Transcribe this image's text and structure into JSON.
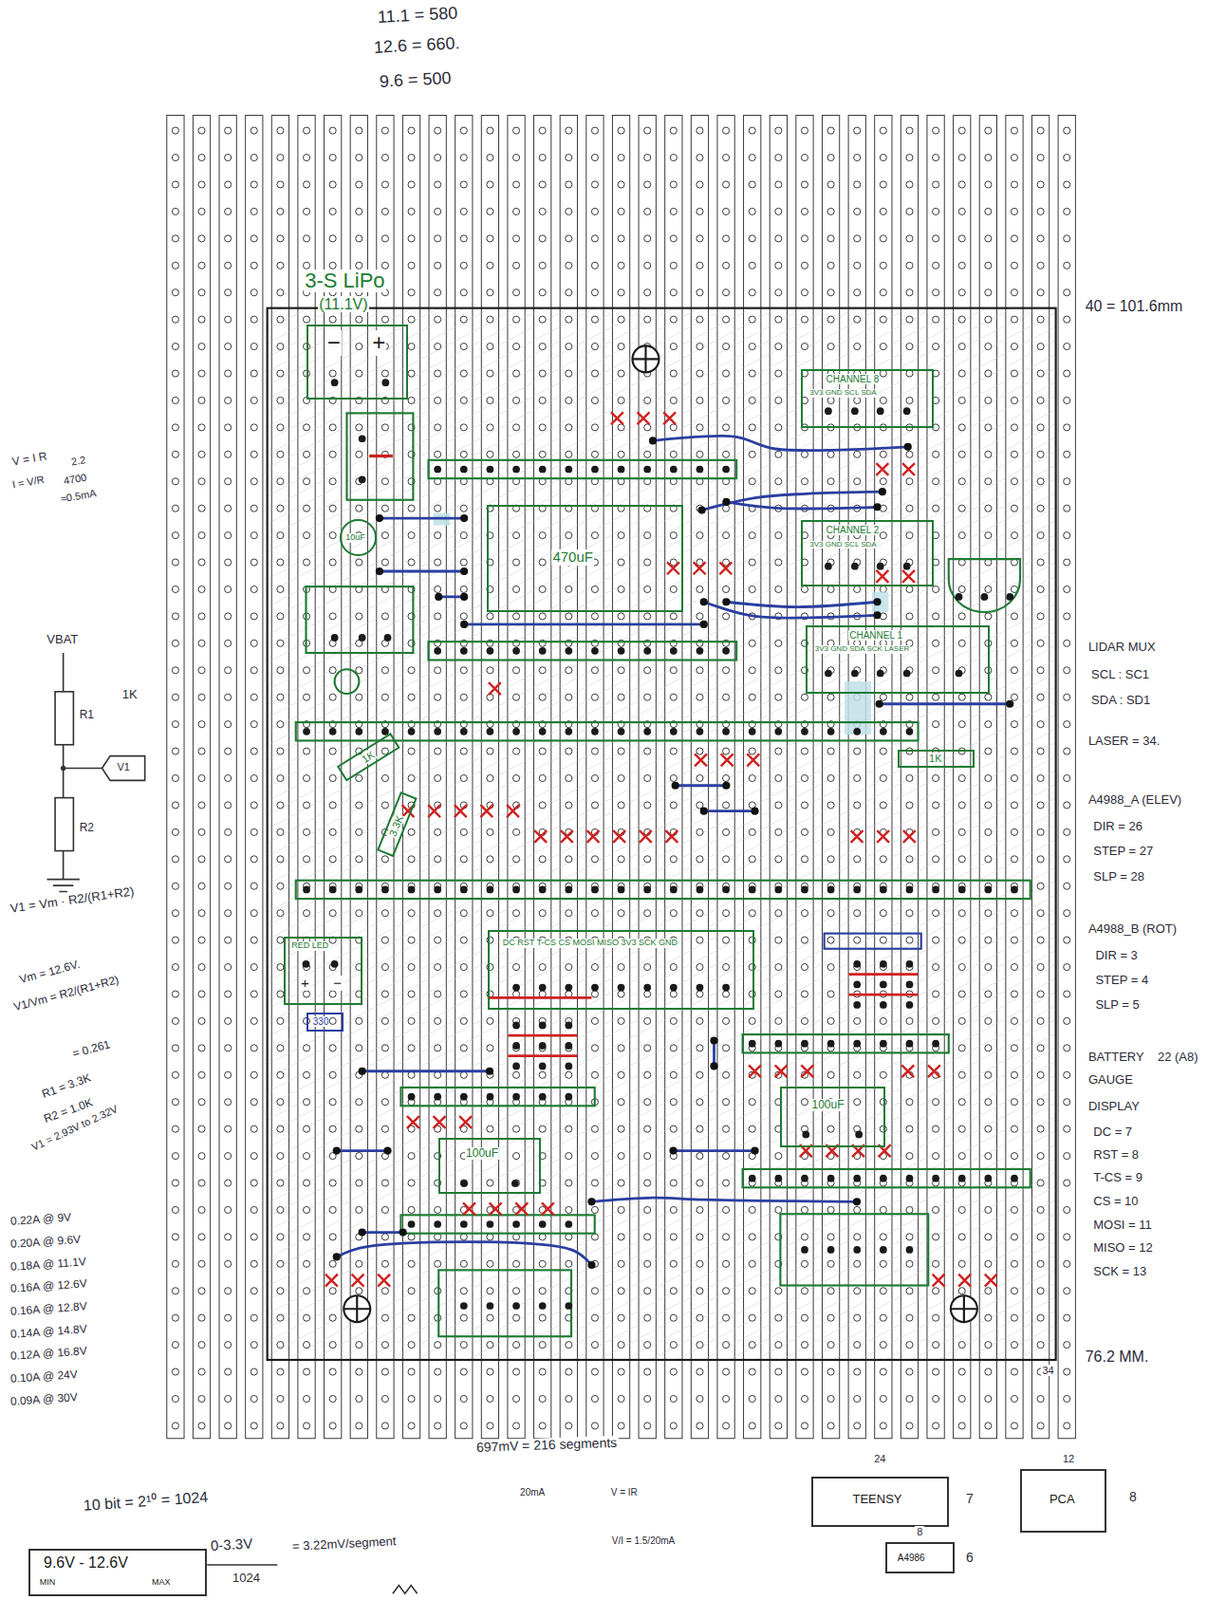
{
  "diagram": {
    "nodes": [
      {
        "text": [
          "3-S LiPo",
          "(11.1V)",
          "−",
          "+"
        ]
      },
      {
        "text": [
          "CHANNEL 8",
          "3V3 GND SCL SDA"
        ]
      },
      {
        "text": [
          "470uF"
        ]
      },
      {
        "text": [
          "10uF"
        ]
      },
      {
        "text": [
          "CHANNEL 2",
          "3V3 GND SCL SDA"
        ]
      },
      {
        "text": [
          "CHANNEL 1",
          "3V3 GND SDA SCK LASER"
        ]
      },
      {
        "text": [
          "1K"
        ]
      },
      {
        "text": [
          "1K"
        ]
      },
      {
        "text": [
          "3.3K"
        ]
      },
      {
        "text": [
          "DC RST T-CS CS MOSI MISO 3V3 SCK GND"
        ]
      },
      {
        "text": [
          "RED LED",
          "+",
          "−"
        ]
      },
      {
        "text": [
          "330"
        ]
      },
      {
        "text": [
          "100uF"
        ]
      },
      {
        "text": [
          "100uF"
        ]
      },
      {
        "text": [
          "TEENSY"
        ]
      },
      {
        "text": [
          "PCA"
        ]
      },
      {
        "text": [
          "A4986"
        ]
      },
      {
        "text": [
          "9.6V - 12.6V",
          "MIN",
          "MAX"
        ]
      }
    ],
    "labels": [
      "11.1 = 580",
      "12.6 = 660.",
      "9.6 = 500",
      "40 = 101.6mm",
      "34",
      "76.2 MM.",
      "V = I R",
      "I = V/R",
      "2.2",
      "4700",
      "≈0.5mA",
      "VBAT",
      "R1",
      "1K",
      "V1",
      "R2",
      "V1 = Vm · R2/(R1+R2)",
      "Vm = 12.6V.",
      "V1/Vm = R2/(R1+R2)",
      "= 0.261",
      "R1 = 3.3K",
      "R2 = 1.0K",
      "V1 = 2.93V to 2.32V",
      "0.22A @ 9V",
      "0.20A @ 9.6V",
      "0.18A @ 11.1V",
      "0.16A @ 12.6V",
      "0.16A @ 12.8V",
      "0.14A @ 14.8V",
      "0.12A @ 16.8V",
      "0.10A @ 24V",
      "0.09A @ 30V",
      "LIDAR MUX",
      "SCL : SC1",
      "SDA : SD1",
      "LASER = 34.",
      "A4988_A (ELEV)",
      "DIR = 26",
      "STEP = 27",
      "SLP = 28",
      "A4988_B (ROT)",
      "DIR = 3",
      "STEP = 4",
      "SLP = 5",
      "BATTERY",
      "22 (A8)",
      "GAUGE",
      "DISPLAY",
      "DC = 7",
      "RST = 8",
      "T-CS = 9",
      "CS = 10",
      "MOSI = 11",
      "MISO = 12",
      "SCK = 13",
      "697mV = 216 segments",
      "20mA",
      "V = IR",
      "V/I = 1.5/20mA",
      "10 bit = 2¹⁰ = 1024",
      "0-3.3V",
      "1024",
      "= 3.22mV/segment",
      "24",
      "7",
      "12",
      "8",
      "8",
      "6"
    ]
  }
}
